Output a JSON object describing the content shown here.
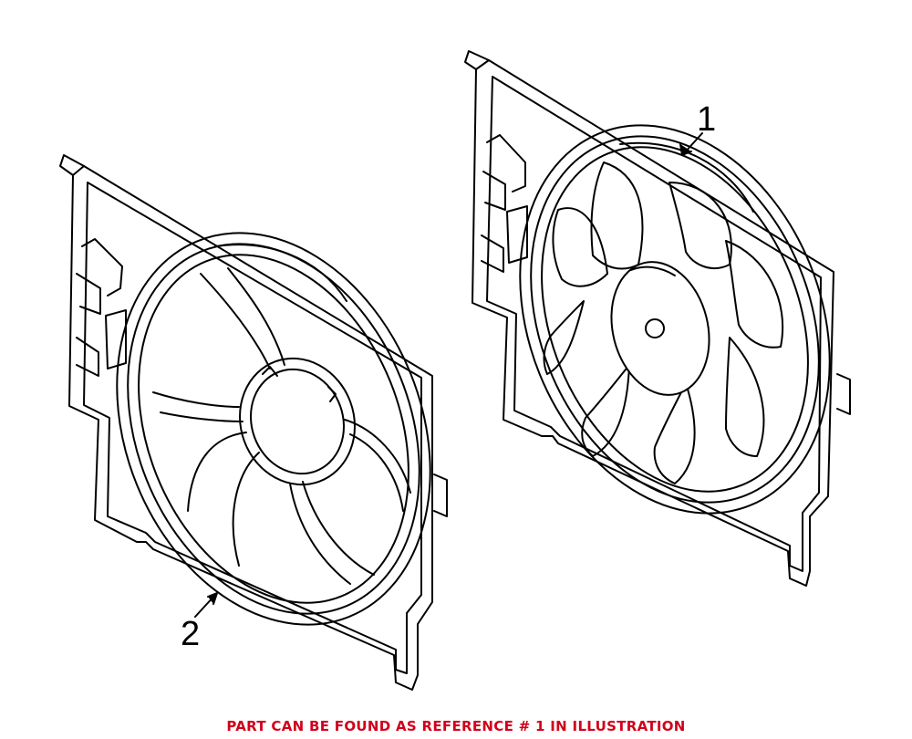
{
  "callouts": [
    {
      "label": "1"
    },
    {
      "label": "2"
    }
  ],
  "footer": {
    "text": "PART CAN BE FOUND AS REFERENCE # 1 IN ILLUSTRATION",
    "color": "#d0021b"
  },
  "parts": [
    {
      "ref": "1",
      "description": "Fan shroud assembly with fan and hub"
    },
    {
      "ref": "2",
      "description": "Fan shroud"
    }
  ],
  "line_color": "#000000"
}
